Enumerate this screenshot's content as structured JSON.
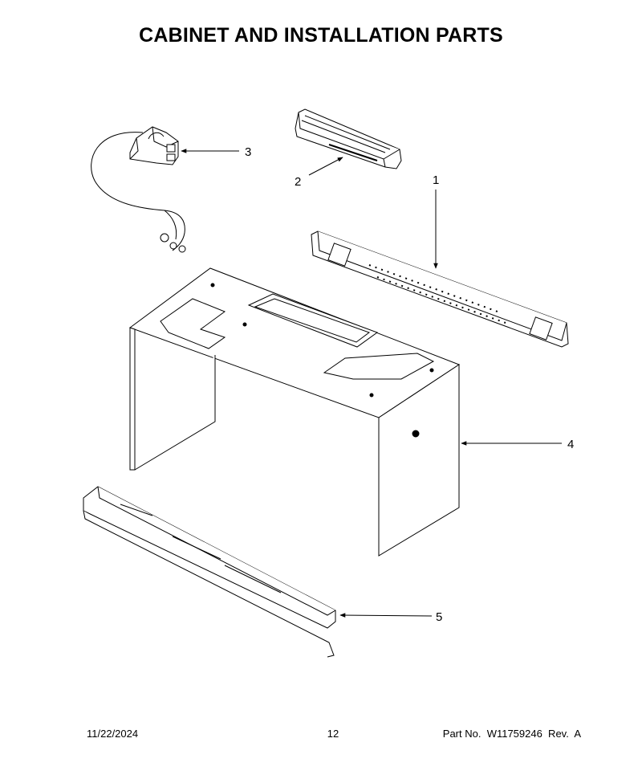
{
  "header": {
    "title": "CABINET AND INSTALLATION PARTS"
  },
  "callouts": [
    "1",
    "2",
    "3",
    "4",
    "5"
  ],
  "footer": {
    "date": "11/22/2024",
    "page_number": "12",
    "part_number": "Part No.  W11759246  Rev.  A"
  }
}
